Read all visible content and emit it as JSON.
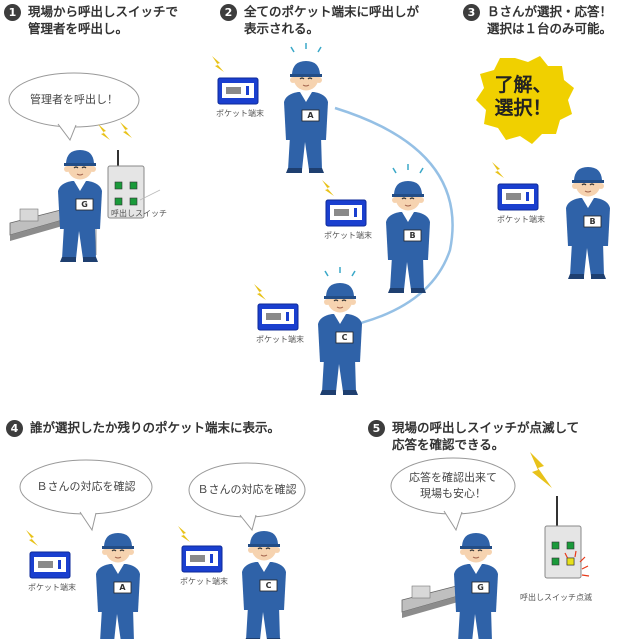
{
  "steps": [
    {
      "number": "1",
      "title": "現場から呼出しスイッチで\n管理者を呼出し。",
      "bubble": "管理者を呼出し！",
      "device_label": "呼出しスイッチ",
      "badge": "G"
    },
    {
      "number": "2",
      "title": "全てのポケット端末に呼出しが\n表示される。",
      "terminal_label": "ポケット端末",
      "badges": [
        "A",
        "B",
        "C"
      ]
    },
    {
      "number": "3",
      "title": "Ｂさんが選択・応答！\n選択は１台のみ可能。",
      "answer": "了解、\n選択！",
      "terminal_label": "ポケット端末",
      "badge": "B"
    },
    {
      "number": "4",
      "title": "誰が選択したか残りのポケット端末に表示。",
      "bubble": "Ｂさんの対応を確認",
      "terminal_label": "ポケット端末",
      "badges": [
        "A",
        "C"
      ]
    },
    {
      "number": "5",
      "title": "現場の呼出しスイッチが点滅して\n応答を確認できる。",
      "bubble": "応答を確認出来て\n現場も安心！",
      "device_label": "呼出しスイッチ点滅",
      "badge": "G"
    }
  ],
  "colors": {
    "worker": "#2f62a8",
    "cap": "#2f62a8",
    "skin": "#f6d3b0",
    "terminal": "#1a3fcf",
    "bolt": "#e8c21a",
    "answer_bg": "#f0d000",
    "arc": "#7ab0de"
  }
}
